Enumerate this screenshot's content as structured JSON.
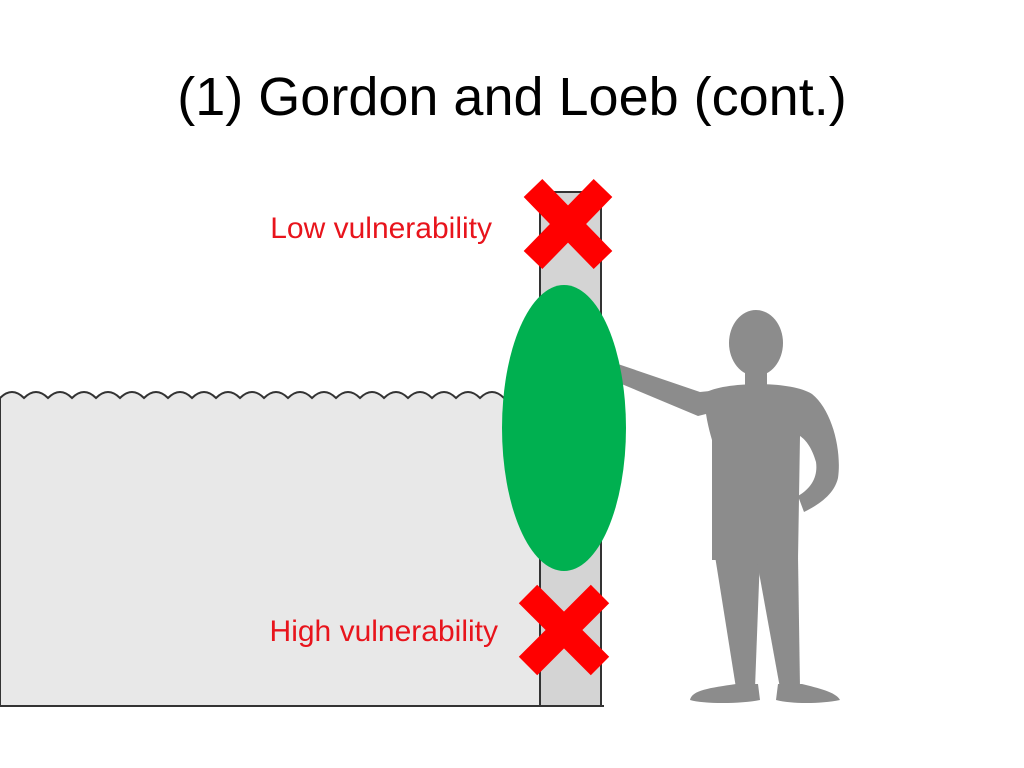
{
  "slide": {
    "title": "(1) Gordon and Loeb (cont.)"
  },
  "labels": {
    "low": "Low vulnerability",
    "high": "High vulnerability"
  },
  "colors": {
    "label_text": "#e8141c",
    "cross": "#ff0000",
    "ellipse": "#00b050",
    "water": "#e8e8e8",
    "wall": "#d4d4d4",
    "person": "#8c8c8c"
  }
}
